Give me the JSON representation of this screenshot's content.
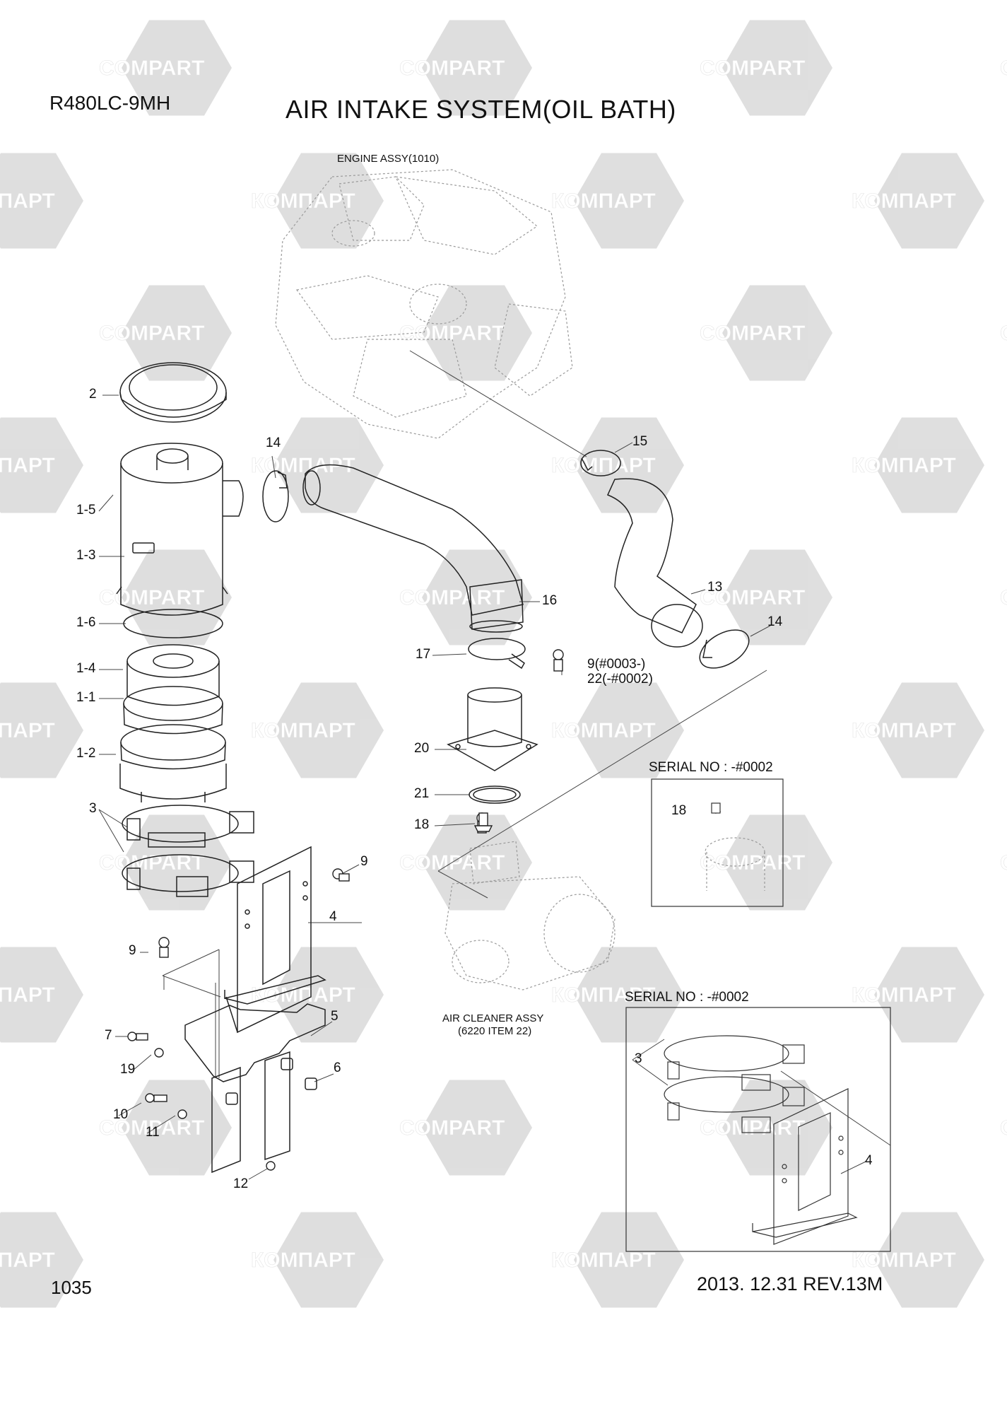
{
  "header": {
    "model": "R480LC-9MH",
    "title": "AIR INTAKE SYSTEM(OIL BATH)"
  },
  "footer": {
    "page_number": "1035",
    "revision": "2013. 12.31  REV.13M"
  },
  "references": {
    "engine_assy": "ENGINE ASSY(1010)",
    "air_cleaner_assy_line1": "AIR CLEANER ASSY",
    "air_cleaner_assy_line2": "(6220 ITEM 22)"
  },
  "insets": [
    {
      "label": "SERIAL NO : -#0002"
    },
    {
      "label": "SERIAL NO : -#0002"
    }
  ],
  "watermark": {
    "text_latin": "COMPART",
    "text_cyrillic": "КОМПАРТ"
  },
  "callouts": [
    "2",
    "14",
    "15",
    "1-5",
    "1-3",
    "16",
    "13",
    "1-6",
    "14",
    "17",
    "9(#0003-)",
    "22(-#0002)",
    "1-4",
    "1-1",
    "20",
    "1-2",
    "21",
    "18",
    "3",
    "9",
    "4",
    "9",
    "5",
    "7",
    "19",
    "6",
    "10",
    "11",
    "12",
    "18",
    "3",
    "4"
  ]
}
